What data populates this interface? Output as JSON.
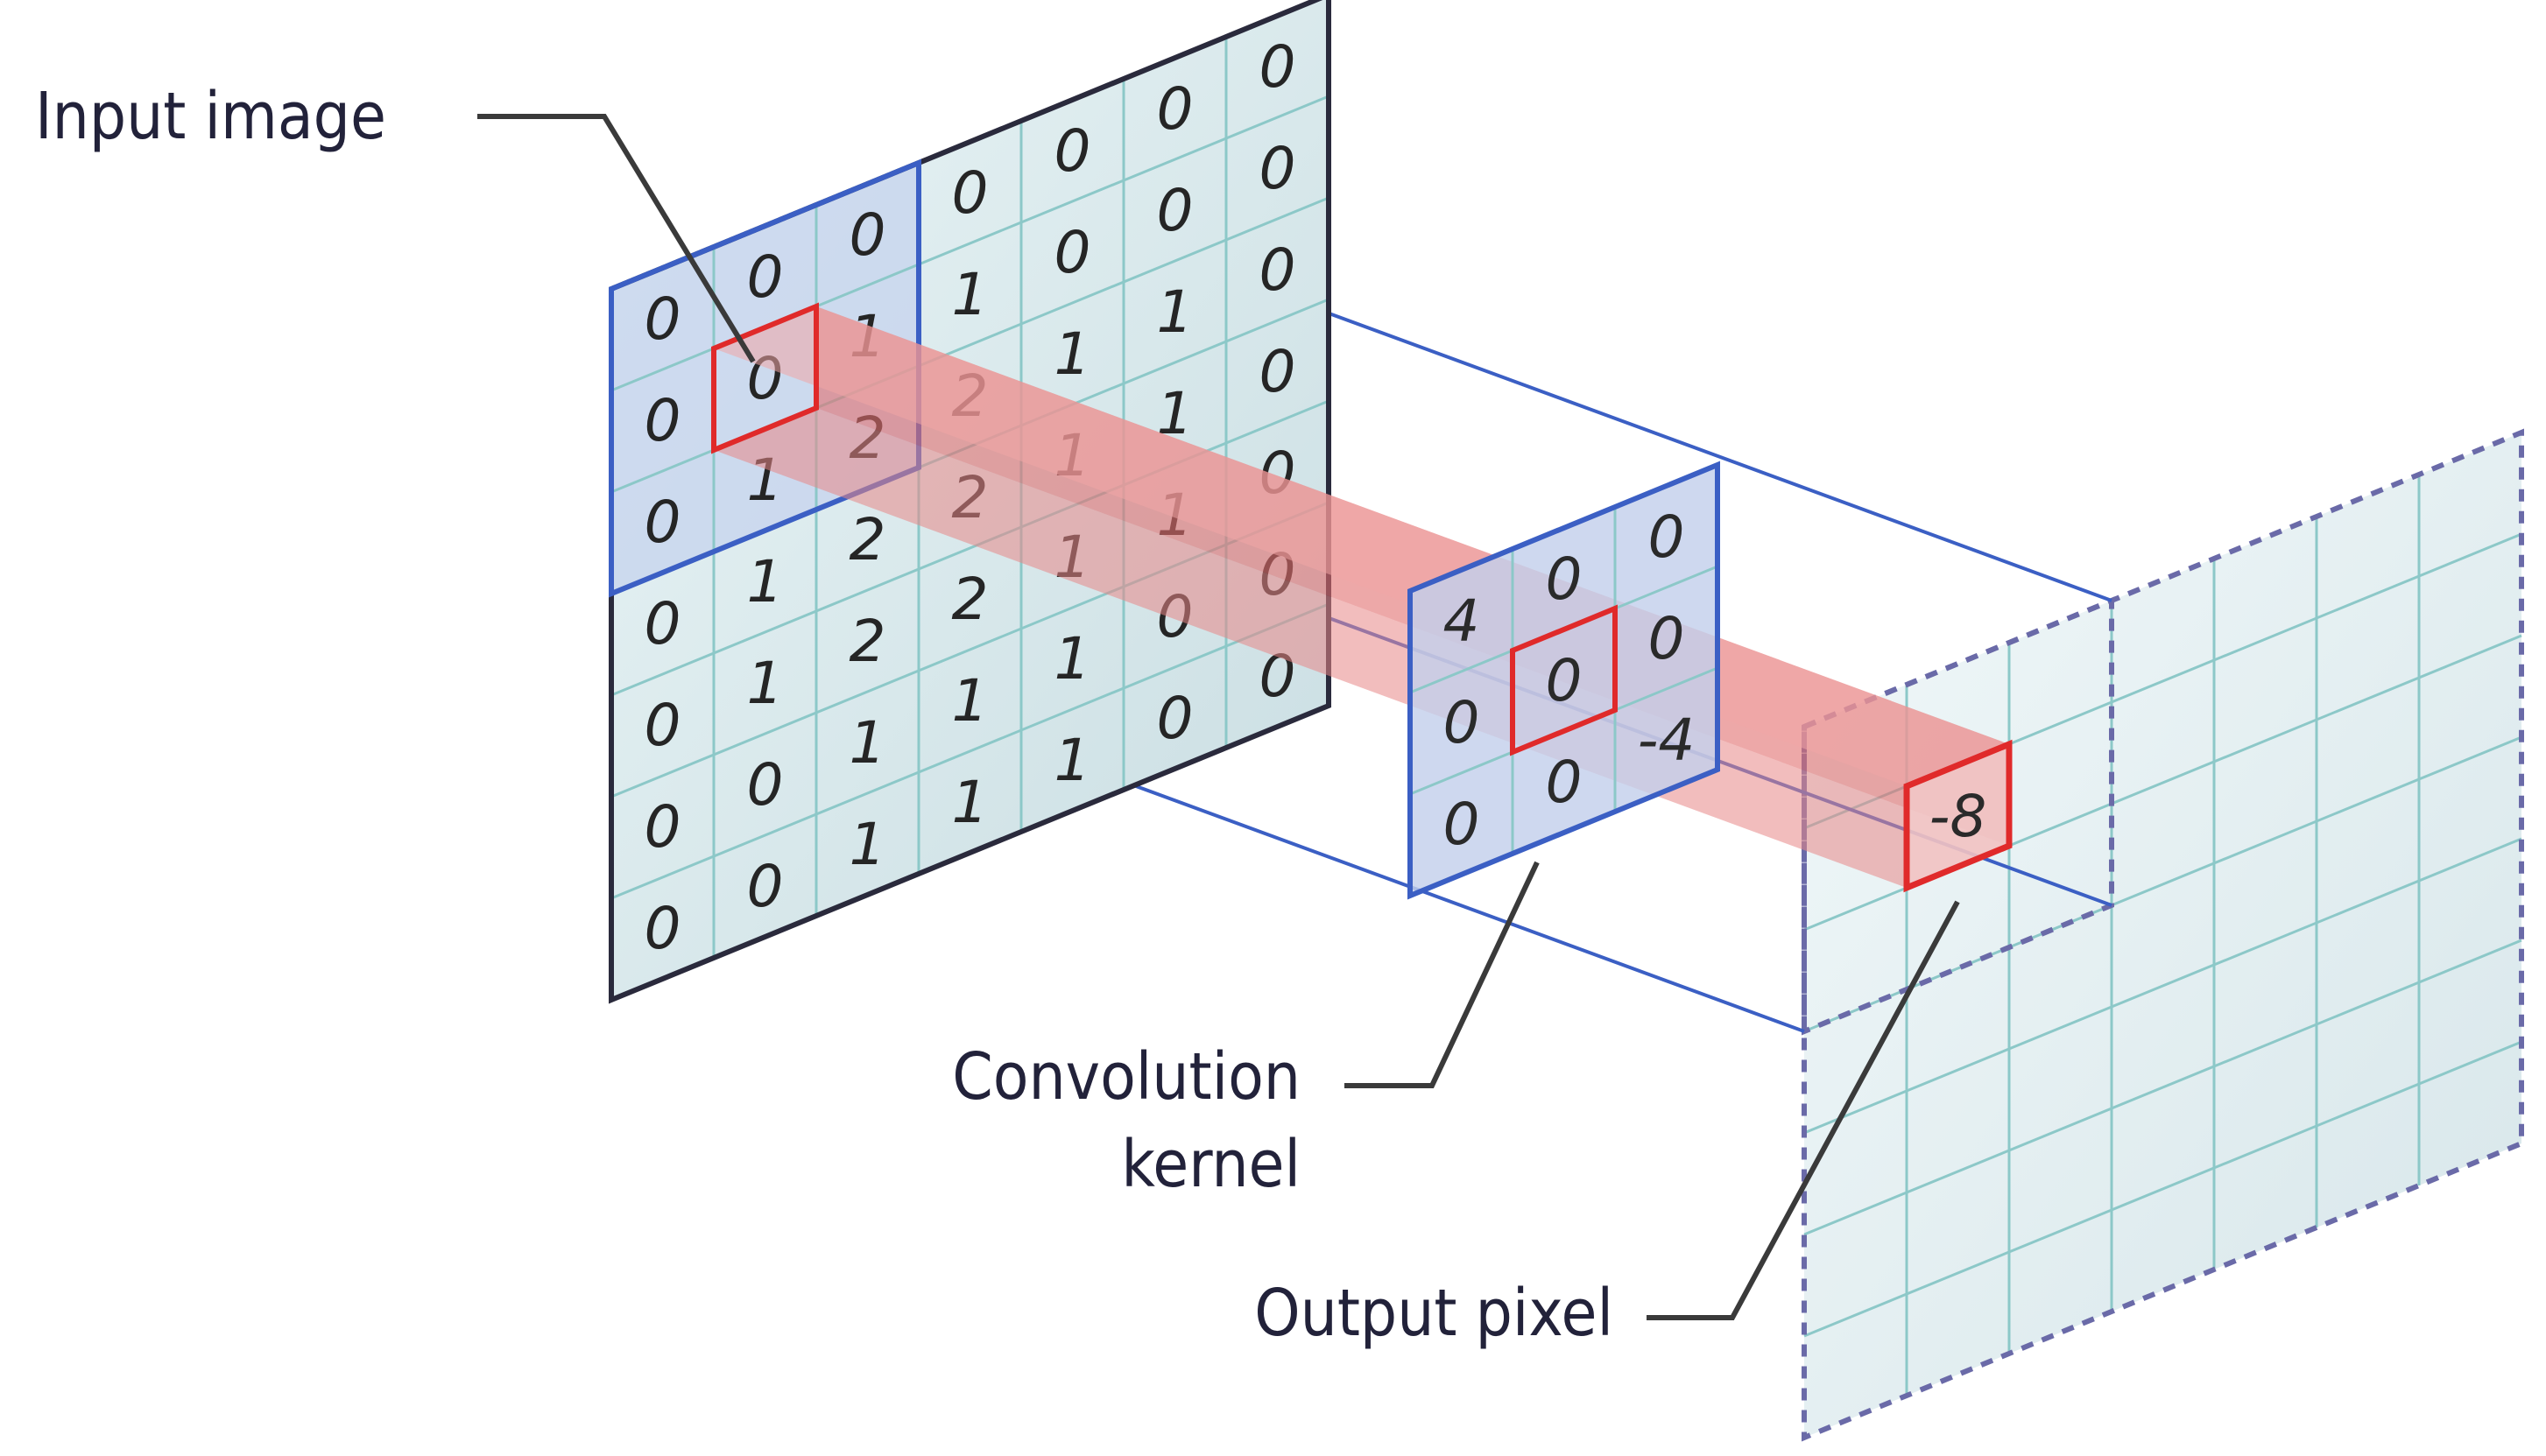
{
  "labels": {
    "input_image": "Input image",
    "convolution_kernel_line1": "Convolution",
    "convolution_kernel_line2": "kernel",
    "output_pixel": "Output pixel"
  },
  "input_image": {
    "rows": 7,
    "cols": 7,
    "values": [
      [
        "0",
        "0",
        "0",
        "0",
        "0",
        "0",
        "0"
      ],
      [
        "0",
        "0",
        "1",
        "1",
        "0",
        "0",
        "0"
      ],
      [
        "0",
        "1",
        "2",
        "2",
        "1",
        "1",
        "0"
      ],
      [
        "0",
        "1",
        "2",
        "2",
        "1",
        "1",
        "0"
      ],
      [
        "0",
        "1",
        "2",
        "2",
        "1",
        "1",
        "0"
      ],
      [
        "0",
        "0",
        "1",
        "1",
        "1",
        "0",
        "0"
      ],
      [
        "0",
        "0",
        "1",
        "1",
        "1",
        "0",
        "0"
      ]
    ],
    "receptive_field_origin": [
      0,
      0
    ],
    "highlighted_cell": [
      1,
      1
    ]
  },
  "kernel": {
    "values": [
      [
        "4",
        "0",
        "0"
      ],
      [
        "0",
        "0",
        "0"
      ],
      [
        "0",
        "0",
        "-4"
      ]
    ],
    "highlighted_cell": [
      1,
      1
    ]
  },
  "output": {
    "rows": 7,
    "cols": 7,
    "value": "-8",
    "highlighted_cell": [
      1,
      1
    ]
  },
  "colors": {
    "input_border": "#2a2a3c",
    "kernel_blue": "#3b5fc4",
    "grid_teal": "#8cc8c8",
    "highlight_red": "#e02a2a",
    "beam_fill": "#ec8a8a",
    "output_dash": "#6a6aa8"
  }
}
